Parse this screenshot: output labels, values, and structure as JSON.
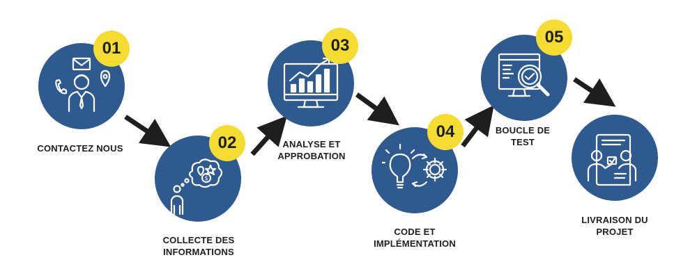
{
  "steps": [
    {
      "number": "01",
      "label": "CONTACTEZ NOUS",
      "icon": "contact-person-icon"
    },
    {
      "number": "02",
      "label_lines": [
        "COLLECTE DES",
        "INFORMATIONS"
      ],
      "icon": "thinking-person-icon"
    },
    {
      "number": "03",
      "label_lines": [
        "ANALYSE ET",
        "APPROBATION"
      ],
      "icon": "analytics-monitor-icon"
    },
    {
      "number": "04",
      "label_lines": [
        "CODE ET",
        "IMPLÉMENTATION"
      ],
      "icon": "idea-gear-icon"
    },
    {
      "number": "05",
      "label_lines": [
        "BOUCLE DE",
        "TEST"
      ],
      "icon": "monitor-magnifier-icon"
    },
    {
      "number": "",
      "label_lines": [
        "LIVRAISON DU",
        "PROJET"
      ],
      "icon": "project-handover-icon"
    }
  ],
  "colors": {
    "circle": "#2f5a8f",
    "badge": "#f5dc32",
    "arrow": "#1e1e1e",
    "text": "#1e1e1e"
  }
}
